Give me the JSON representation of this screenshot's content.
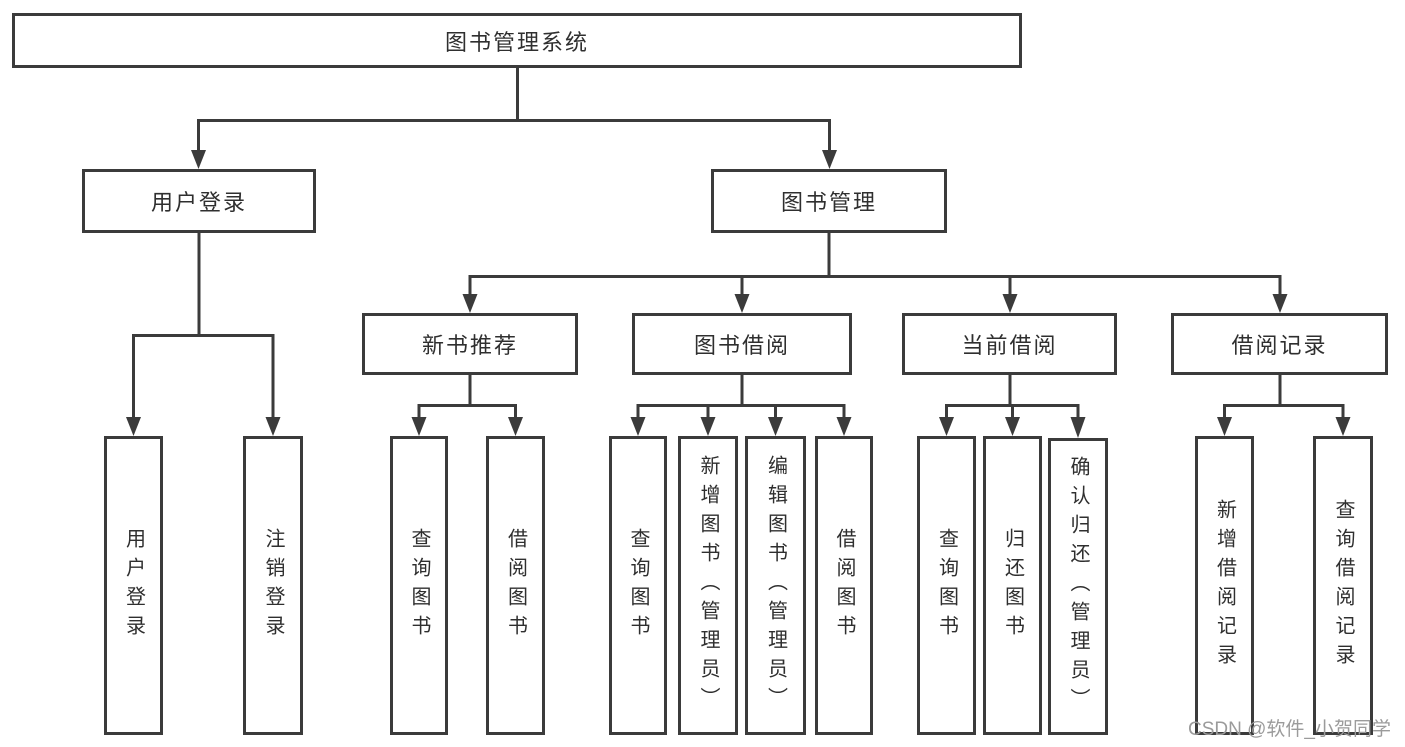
{
  "diagram": {
    "root": {
      "label": "图书管理系统"
    },
    "branches": [
      {
        "label": "用户登录",
        "children": [
          {
            "label": "用户登录"
          },
          {
            "label": "注销登录"
          }
        ]
      },
      {
        "label": "图书管理",
        "groups": [
          {
            "label": "新书推荐",
            "children": [
              {
                "label": "查询图书"
              },
              {
                "label": "借阅图书"
              }
            ]
          },
          {
            "label": "图书借阅",
            "children": [
              {
                "label": "查询图书"
              },
              {
                "label": "新增图书（管理员）"
              },
              {
                "label": "编辑图书（管理员）"
              },
              {
                "label": "借阅图书"
              }
            ]
          },
          {
            "label": "当前借阅",
            "children": [
              {
                "label": "查询图书"
              },
              {
                "label": "归还图书"
              },
              {
                "label": "确认归还（管理员）"
              }
            ]
          },
          {
            "label": "借阅记录",
            "children": [
              {
                "label": "新增借阅记录"
              },
              {
                "label": "查询借阅记录"
              }
            ]
          }
        ]
      }
    ],
    "watermark": "CSDN @软件_小贺同学",
    "colors": {
      "line": "#3b3b3b",
      "text": "#2f2f2f",
      "watermark": "#9b9b9b",
      "background": "#ffffff"
    }
  }
}
